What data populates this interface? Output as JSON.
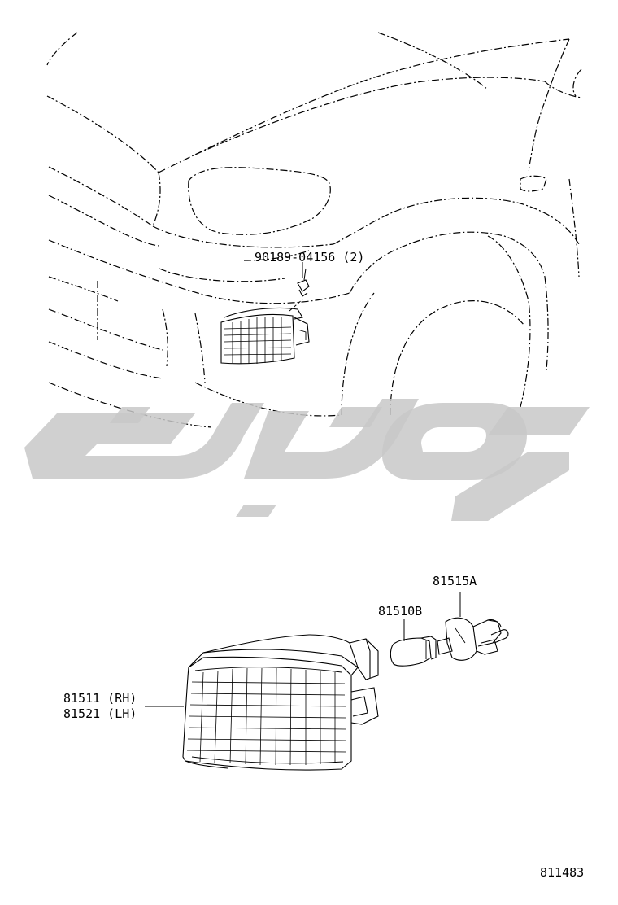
{
  "callouts": {
    "fastener": "90189-04156 (2)",
    "socket": "81515A",
    "bulb": "81510B",
    "lamp_rh": "81511 (RH)",
    "lamp_lh": "81521 (LH)"
  },
  "illustration_number": "811483",
  "colors": {
    "line": "#000000",
    "background": "#ffffff",
    "watermark": "#c8c8c8"
  }
}
